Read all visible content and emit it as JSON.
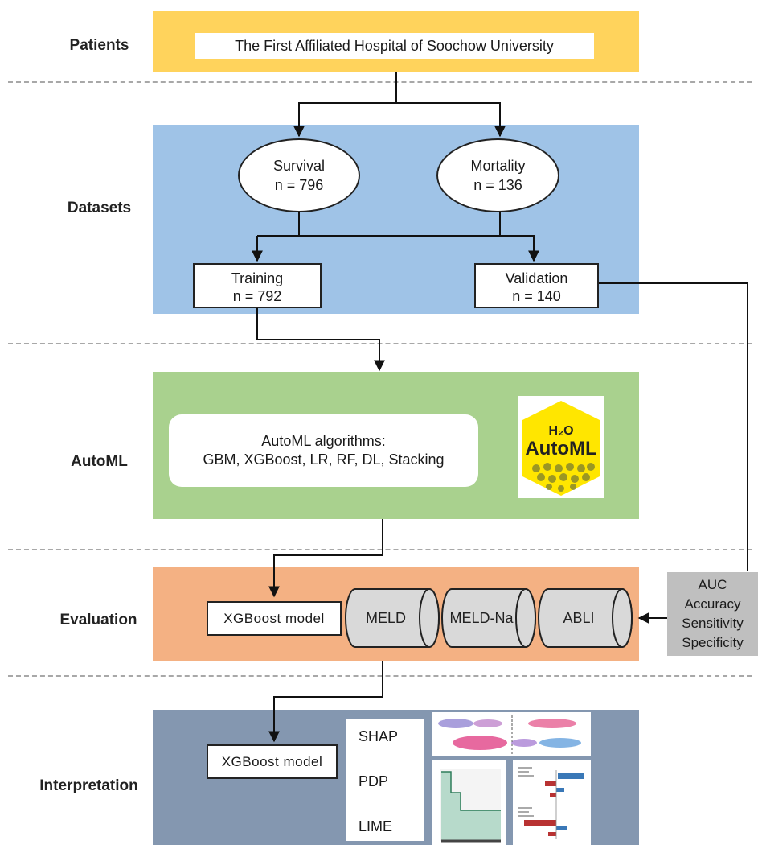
{
  "stages": {
    "patients": "Patients",
    "datasets": "Datasets",
    "automl": "AutoML",
    "evaluation": "Evaluation",
    "interpretation": "Interpretation"
  },
  "patients": {
    "hospital": "The First Affiliated Hospital of Soochow University"
  },
  "datasets": {
    "survival": {
      "label": "Survival",
      "n": "n = 796"
    },
    "mortality": {
      "label": "Mortality",
      "n": "n = 136"
    },
    "training": {
      "label": "Training",
      "n": "n = 792"
    },
    "validation": {
      "label": "Validation",
      "n": "n = 140"
    }
  },
  "automl": {
    "title": "AutoML algorithms:",
    "algorithms": "GBM, XGBoost, LR, RF, DL, Stacking",
    "logo": {
      "h2o": "H₂O",
      "name": "AutoML"
    }
  },
  "evaluation": {
    "model": "XGBoost model",
    "scores": [
      "MELD",
      "MELD-Na",
      "ABLI"
    ],
    "metrics": [
      "AUC",
      "Accuracy",
      "Sensitivity",
      "Specificity"
    ]
  },
  "interpretation": {
    "model": "XGBoost model",
    "methods": [
      "SHAP",
      "PDP",
      "LIME"
    ]
  },
  "colors": {
    "patients": "#FFD35C",
    "datasets": "#9FC3E7",
    "automl": "#A9D18E",
    "evaluation": "#F4B183",
    "interpretation": "#8497B0",
    "metrics_bg": "#BFBFBF",
    "cylinder": "#D9D9D9"
  }
}
